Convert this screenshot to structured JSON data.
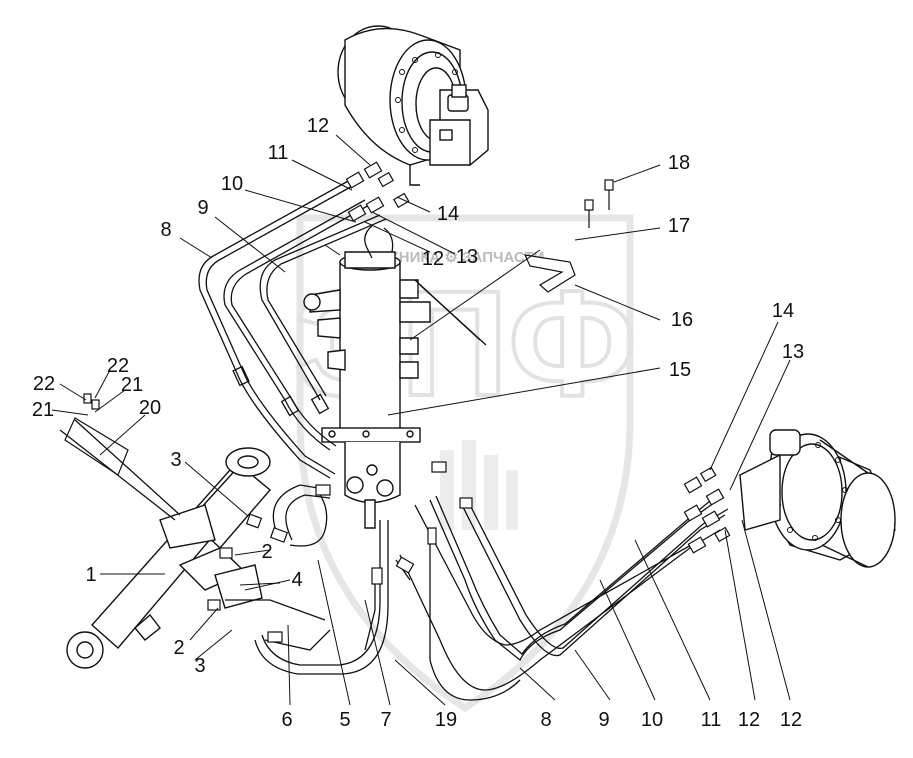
{
  "watermark": {
    "caption": "ТЕХНИКА ⚙ ЗАПЧАСТИ",
    "logo": "ЭПФ"
  },
  "callouts": [
    {
      "id": "c1",
      "text": "1"
    },
    {
      "id": "c2a",
      "text": "2"
    },
    {
      "id": "c2b",
      "text": "2"
    },
    {
      "id": "c3a",
      "text": "3"
    },
    {
      "id": "c3b",
      "text": "3"
    },
    {
      "id": "c4",
      "text": "4"
    },
    {
      "id": "c5",
      "text": "5"
    },
    {
      "id": "c6",
      "text": "6"
    },
    {
      "id": "c7",
      "text": "7"
    },
    {
      "id": "c8a",
      "text": "8"
    },
    {
      "id": "c8b",
      "text": "8"
    },
    {
      "id": "c9a",
      "text": "9"
    },
    {
      "id": "c9b",
      "text": "9"
    },
    {
      "id": "c10a",
      "text": "10"
    },
    {
      "id": "c10b",
      "text": "10"
    },
    {
      "id": "c11a",
      "text": "11"
    },
    {
      "id": "c11b",
      "text": "11"
    },
    {
      "id": "c12a",
      "text": "12"
    },
    {
      "id": "c12b",
      "text": "12"
    },
    {
      "id": "c12c",
      "text": "12"
    },
    {
      "id": "c12d",
      "text": "12"
    },
    {
      "id": "c13a",
      "text": "13"
    },
    {
      "id": "c13b",
      "text": "13"
    },
    {
      "id": "c14a",
      "text": "14"
    },
    {
      "id": "c14b",
      "text": "14"
    },
    {
      "id": "c15",
      "text": "15"
    },
    {
      "id": "c16",
      "text": "16"
    },
    {
      "id": "c17",
      "text": "17"
    },
    {
      "id": "c18",
      "text": "18"
    },
    {
      "id": "c19",
      "text": "19"
    },
    {
      "id": "c20",
      "text": "20"
    },
    {
      "id": "c21a",
      "text": "21"
    },
    {
      "id": "c21b",
      "text": "21"
    },
    {
      "id": "c22a",
      "text": "22"
    },
    {
      "id": "c22b",
      "text": "22"
    }
  ]
}
